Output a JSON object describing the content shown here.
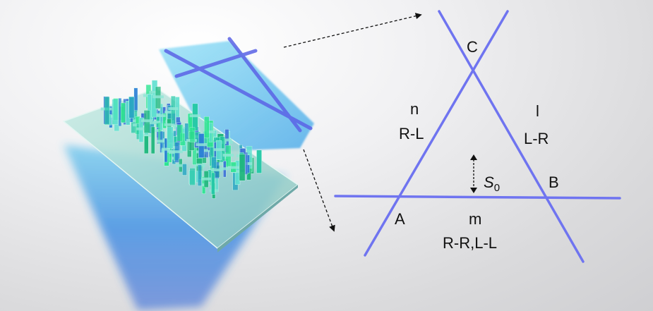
{
  "colors": {
    "line": "#6f74f0",
    "beam": "#39b8ea",
    "beam_deep": "#2b62d8",
    "crystal_green": "#2fe08a",
    "crystal_blue": "#2a79d8",
    "plate": "#a6d8cf"
  },
  "diagram": {
    "vertices": {
      "a": "A",
      "b": "B",
      "c": "C"
    },
    "lines": {
      "n": {
        "name": "n",
        "type": "R-L"
      },
      "l": {
        "name": "l",
        "type": "L-R"
      },
      "m": {
        "name": "m",
        "type": "R-R,L-L"
      }
    },
    "gap": {
      "symbol": "S",
      "subscript": "0"
    }
  }
}
